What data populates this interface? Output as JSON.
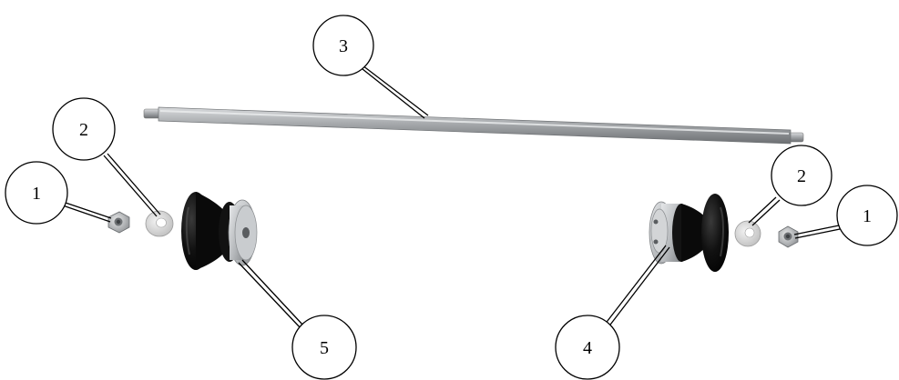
{
  "callouts": {
    "shaft": "3",
    "washer_left": "2",
    "washer_right": "2",
    "nut_left": "1",
    "nut_right": "1",
    "spool_right": "4",
    "spool_left": "5"
  },
  "colors": {
    "spool_body": "#0b0b0b",
    "spool_hub": "#b9bcbf",
    "shaft": "#9ea1a4",
    "washer": "#d8d8d8",
    "nut": "#c2c4c6",
    "outline": "#000000"
  }
}
